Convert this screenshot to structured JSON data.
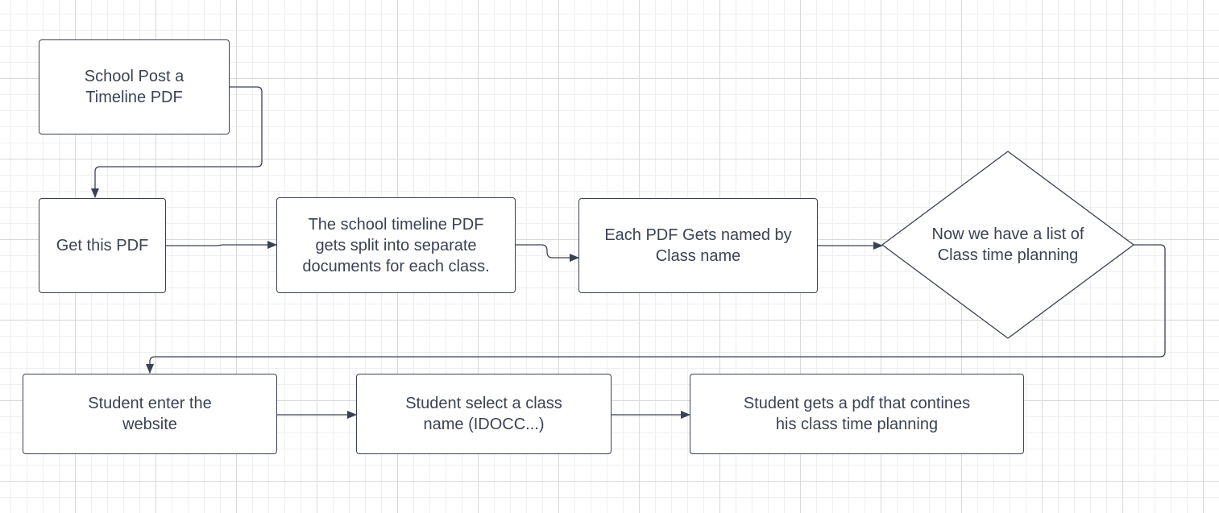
{
  "diagram": {
    "nodes": {
      "school_post": "School Post a\nTimeline PDF",
      "get_pdf": "Get this PDF",
      "split": "The school timeline PDF\ngets split into separate\ndocuments for each class.",
      "named": "Each PDF Gets named by\nClass name",
      "decision": "Now we have a list of\nClass time planning",
      "enter_site": "Student enter the\nwebsite",
      "select_class": "Student select a class\nname (IDOCC...)",
      "gets_pdf": "Student gets a pdf that contines\nhis class time planning"
    },
    "edges": [
      {
        "from": "school_post",
        "to": "get_pdf"
      },
      {
        "from": "get_pdf",
        "to": "split"
      },
      {
        "from": "split",
        "to": "named"
      },
      {
        "from": "named",
        "to": "decision"
      },
      {
        "from": "decision",
        "to": "enter_site"
      },
      {
        "from": "enter_site",
        "to": "select_class"
      },
      {
        "from": "select_class",
        "to": "gets_pdf"
      }
    ],
    "colors": {
      "stroke": "#3a4152",
      "text": "#3b4352",
      "grid_major": "#d9d9d9",
      "grid_minor": "#efefef"
    }
  }
}
